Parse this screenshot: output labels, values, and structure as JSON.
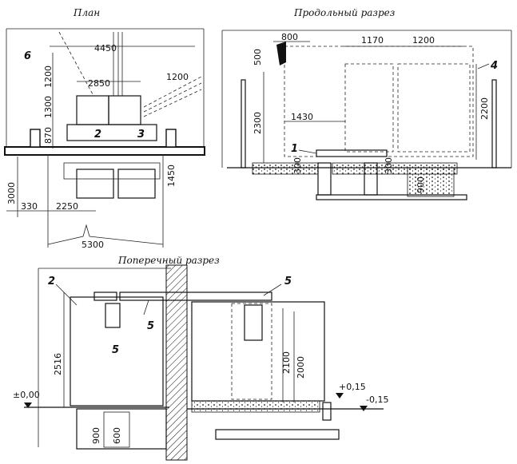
{
  "titles": {
    "plan": "План",
    "longitudinal": "Продольный разрез",
    "cross": "Поперечный разрез"
  },
  "plan": {
    "dims": {
      "d4450": "4450",
      "d2850": "2850",
      "d1200_right": "1200",
      "d1200_left": "1200",
      "d1300": "1300",
      "d870": "870",
      "d1450": "1450",
      "d3000": "3000",
      "d330": "330",
      "d2250": "2250",
      "d5300": "5300"
    },
    "marks": {
      "m6": "6",
      "m2": "2",
      "m3": "3"
    }
  },
  "longitudinal": {
    "dims": {
      "d800": "800",
      "d1170": "1170",
      "d1200": "1200",
      "d500": "500",
      "d2300": "2300",
      "d1430": "1430",
      "d2200": "2200",
      "d300a": "300",
      "d300b": "300",
      "d900": "900"
    },
    "marks": {
      "m1": "1",
      "m4": "4"
    }
  },
  "cross": {
    "dims": {
      "d2516": "2516",
      "d2100": "2100",
      "d2000": "2000",
      "d900": "900",
      "d600": "600"
    },
    "levels": {
      "zero": "±0,00",
      "plus015": "+0,15",
      "minus015": "-0,15"
    },
    "marks": {
      "m2": "2",
      "m5a": "5",
      "m5b": "5",
      "m5c": "5"
    }
  }
}
